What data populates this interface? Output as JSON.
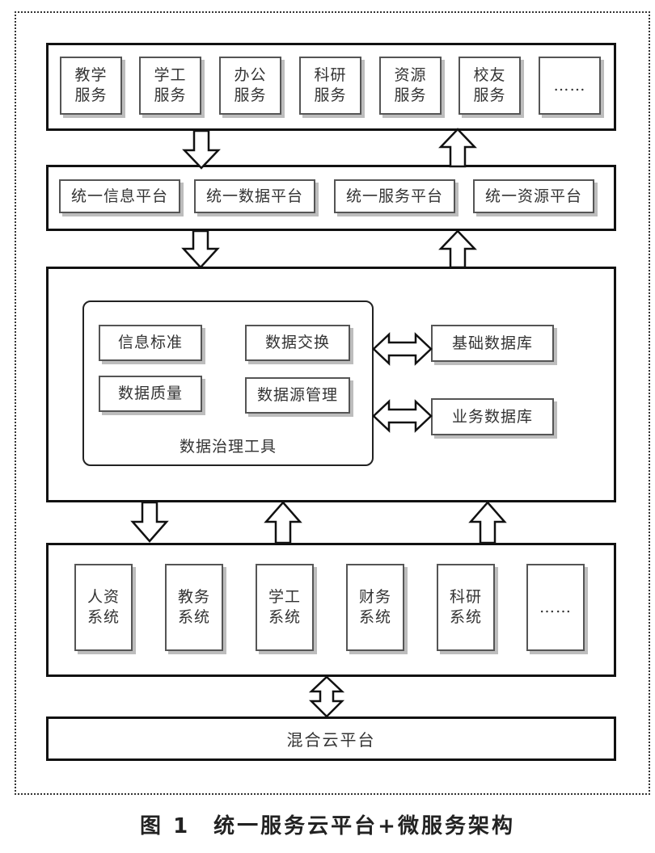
{
  "top_layer": {
    "services": [
      {
        "line1": "教学",
        "line2": "服务"
      },
      {
        "line1": "学工",
        "line2": "服务"
      },
      {
        "line1": "办公",
        "line2": "服务"
      },
      {
        "line1": "科研",
        "line2": "服务"
      },
      {
        "line1": "资源",
        "line2": "服务"
      },
      {
        "line1": "校友",
        "line2": "服务"
      },
      {
        "line1": "……",
        "line2": ""
      }
    ]
  },
  "platform_layer": {
    "platforms": [
      "统一信息平台",
      "统一数据平台",
      "统一服务平台",
      "统一资源平台"
    ]
  },
  "governance_layer": {
    "tool_items": [
      "信息标准",
      "数据交换",
      "数据质量",
      "数据源管理"
    ],
    "tool_label": "数据治理工具",
    "databases": [
      "基础数据库",
      "业务数据库"
    ]
  },
  "systems_layer": {
    "systems": [
      {
        "line1": "人资",
        "line2": "系统"
      },
      {
        "line1": "教务",
        "line2": "系统"
      },
      {
        "line1": "学工",
        "line2": "系统"
      },
      {
        "line1": "财务",
        "line2": "系统"
      },
      {
        "line1": "科研",
        "line2": "系统"
      },
      {
        "line1": "……",
        "line2": ""
      }
    ]
  },
  "cloud_layer": {
    "label": "混合云平台"
  },
  "caption": "图 1　统一服务云平台+微服务架构"
}
